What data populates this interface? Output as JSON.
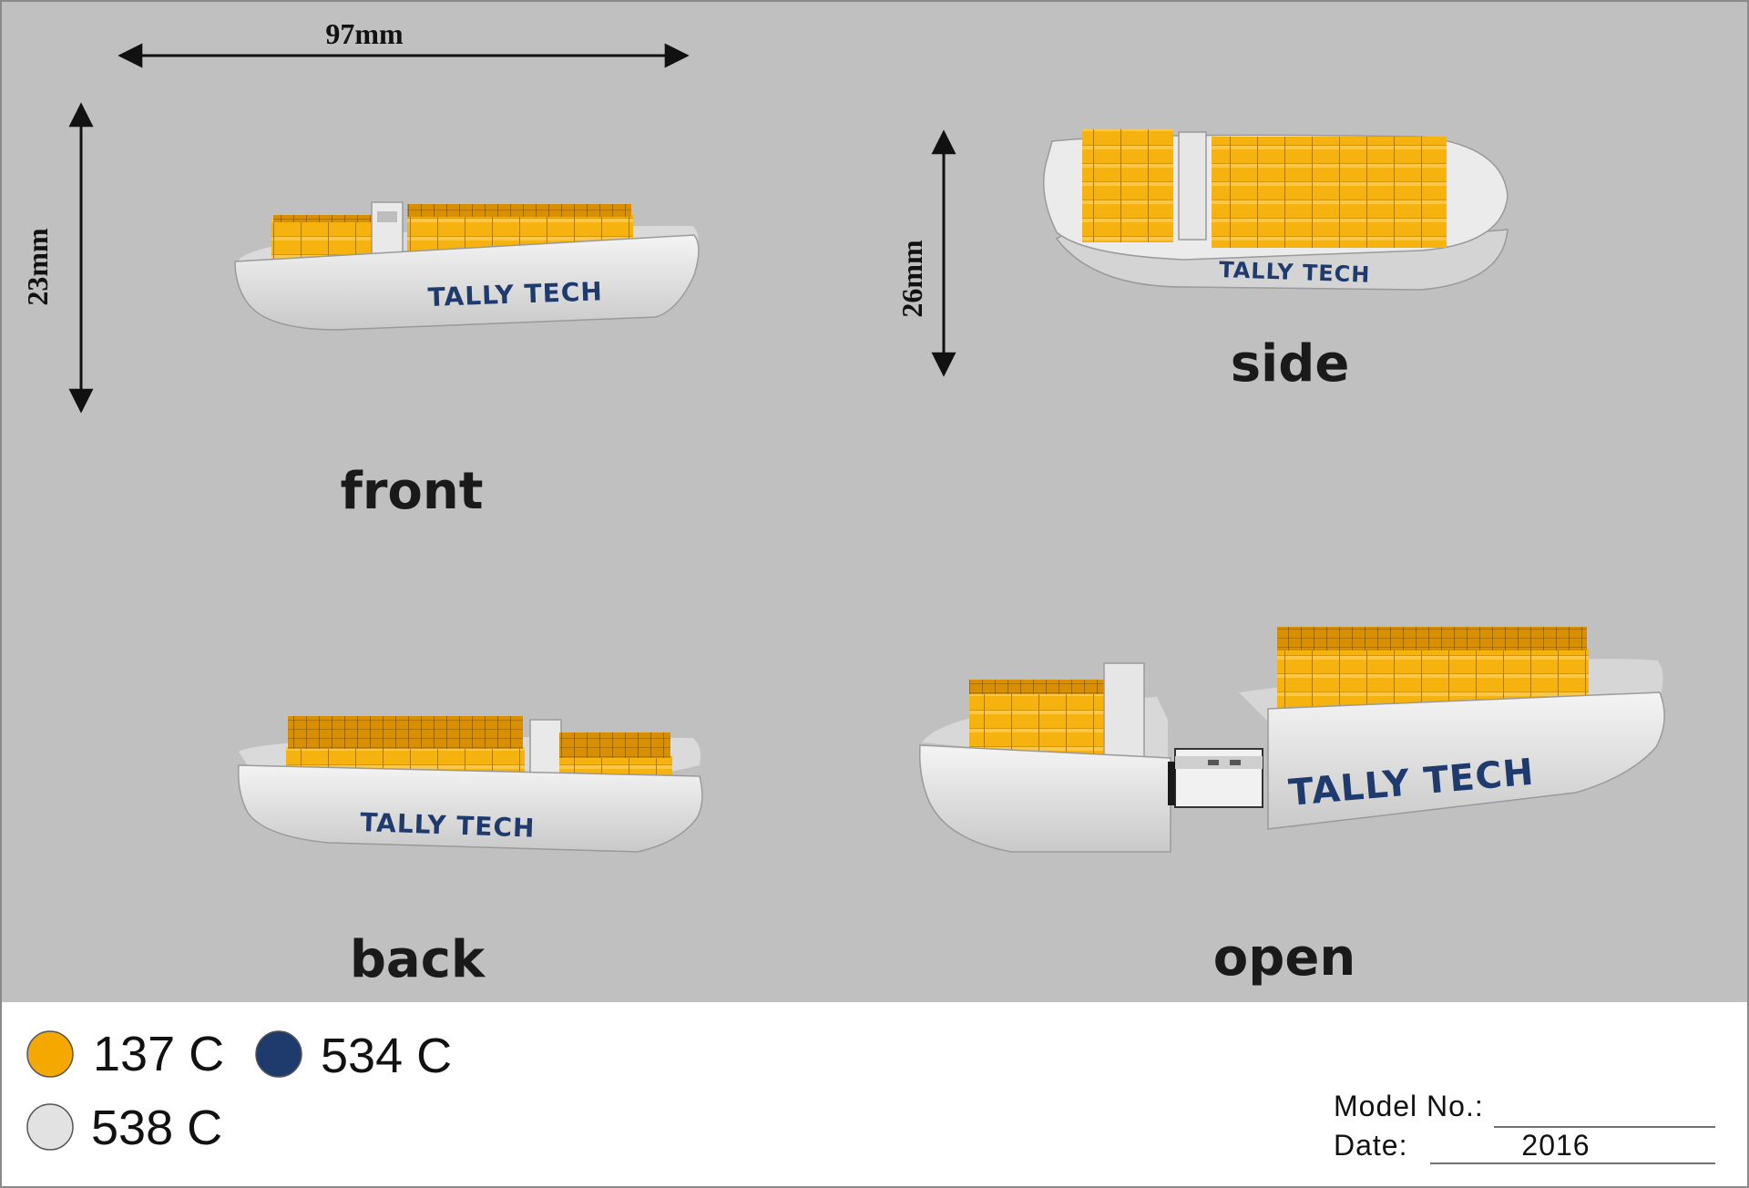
{
  "dimensions": {
    "length": "97mm",
    "height_front": "23mm",
    "height_side": "26mm"
  },
  "views": {
    "front": "front",
    "side": "side",
    "back": "back",
    "open": "open"
  },
  "logo": {
    "text": "TALLY TECH"
  },
  "colors": {
    "items": [
      {
        "code": "137 C",
        "hex": "#f5a800"
      },
      {
        "code": "534 C",
        "hex": "#1f3b6e"
      },
      {
        "code": "538 C",
        "hex": "#e2e2e2"
      }
    ]
  },
  "meta": {
    "model_label": "Model No.:",
    "model_value": "",
    "date_label": "Date:",
    "date_value": "2016"
  }
}
